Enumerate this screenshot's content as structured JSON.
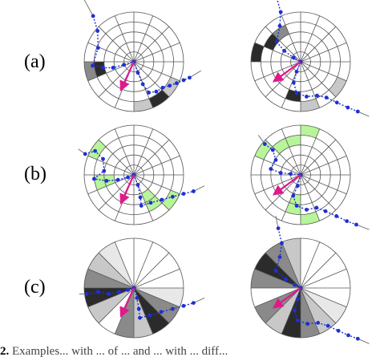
{
  "row_labels": [
    "(a)",
    "(b)",
    "(c)"
  ],
  "caption": {
    "lead": "2.",
    "text": "Examples... with ... of ... and ... with ... diff..."
  },
  "colors": {
    "grid": "#555555",
    "path": "#1f2fd6",
    "arrow": "#e0198c",
    "line": "#777777",
    "shade_dark": "#2b2b2b",
    "shade_mid": "#8a8a8a",
    "shade_light": "#c8c8c8",
    "shade_green": "#b8f59a"
  },
  "panels": [
    {
      "name": "a-left",
      "rings": 5,
      "sectors": 16,
      "cells": [
        {
          "sector": 8,
          "ring": 3,
          "shade": "dark"
        },
        {
          "sector": 8,
          "ring": 4,
          "shade": "mid"
        },
        {
          "sector": 12,
          "ring": 4,
          "shade": "light"
        },
        {
          "sector": 13,
          "ring": 4,
          "shade": "dark"
        },
        {
          "sector": 14,
          "ring": 4,
          "shade": "light"
        }
      ],
      "path": [
        [
          -0.82,
          0.92
        ],
        [
          -0.73,
          0.62
        ],
        [
          -0.72,
          0.28
        ],
        [
          -0.83,
          -0.08
        ],
        [
          -0.62,
          -0.12
        ],
        [
          -0.42,
          -0.12
        ],
        [
          -0.2,
          -0.06
        ],
        [
          0.0,
          0.0
        ],
        [
          0.08,
          -0.22
        ],
        [
          0.18,
          -0.45
        ],
        [
          0.3,
          -0.62
        ],
        [
          0.45,
          -0.6
        ],
        [
          0.58,
          -0.52
        ],
        [
          0.72,
          -0.48
        ],
        [
          0.86,
          -0.43
        ],
        [
          1.0,
          -0.37
        ],
        [
          1.12,
          -0.32
        ]
      ],
      "line": [
        [
          -0.82,
          0.92
        ],
        [
          -1.0,
          1.25
        ],
        [
          1.12,
          -0.32
        ],
        [
          1.35,
          -0.18
        ]
      ],
      "arrow": [
        0.0,
        0.0,
        -0.23,
        -0.5
      ]
    },
    {
      "name": "a-right",
      "rings": 5,
      "sectors": 16,
      "cells": [
        {
          "sector": 5,
          "ring": 3,
          "shade": "mid"
        },
        {
          "sector": 6,
          "ring": 3,
          "shade": "dark"
        },
        {
          "sector": 7,
          "ring": 4,
          "shade": "dark"
        },
        {
          "sector": 11,
          "ring": 3,
          "shade": "dark"
        },
        {
          "sector": 12,
          "ring": 4,
          "shade": "light"
        },
        {
          "sector": 14,
          "ring": 4,
          "shade": "light"
        }
      ],
      "path": [
        [
          -0.5,
          1.35
        ],
        [
          -0.4,
          1.0
        ],
        [
          -0.42,
          0.72
        ],
        [
          -0.48,
          0.4
        ],
        [
          -0.33,
          0.22
        ],
        [
          -0.14,
          0.08
        ],
        [
          0.0,
          0.0
        ],
        [
          -0.08,
          -0.2
        ],
        [
          -0.14,
          -0.42
        ],
        [
          -0.08,
          -0.63
        ],
        [
          0.12,
          -0.7
        ],
        [
          0.33,
          -0.68
        ],
        [
          0.52,
          -0.72
        ],
        [
          0.73,
          -0.82
        ],
        [
          0.95,
          -0.92
        ],
        [
          1.15,
          -1.0
        ]
      ],
      "line": [
        [
          -0.5,
          1.35
        ],
        [
          -0.55,
          1.6
        ],
        [
          1.15,
          -1.0
        ],
        [
          1.38,
          -1.1
        ]
      ],
      "arrow": [
        0.0,
        0.0,
        -0.48,
        -0.35
      ]
    },
    {
      "name": "b-left",
      "rings": 5,
      "sectors": 16,
      "cells": [
        {
          "sector": 6,
          "ring": 4,
          "shade": "green"
        },
        {
          "sector": 8,
          "ring": 2,
          "shade": "green"
        },
        {
          "sector": 8,
          "ring": 3,
          "shade": "green"
        },
        {
          "sector": 13,
          "ring": 2,
          "shade": "green"
        },
        {
          "sector": 13,
          "ring": 3,
          "shade": "green"
        },
        {
          "sector": 14,
          "ring": 4,
          "shade": "green"
        }
      ],
      "path": [
        [
          -0.98,
          0.42
        ],
        [
          -0.78,
          0.48
        ],
        [
          -0.62,
          0.32
        ],
        [
          -0.6,
          0.08
        ],
        [
          -0.8,
          -0.08
        ],
        [
          -0.55,
          -0.12
        ],
        [
          -0.32,
          -0.1
        ],
        [
          -0.12,
          -0.05
        ],
        [
          0.0,
          0.0
        ],
        [
          0.08,
          -0.2
        ],
        [
          0.13,
          -0.45
        ],
        [
          0.15,
          -0.62
        ],
        [
          0.34,
          -0.56
        ],
        [
          0.56,
          -0.5
        ],
        [
          0.78,
          -0.44
        ],
        [
          1.0,
          -0.38
        ],
        [
          1.2,
          -0.33
        ]
      ],
      "line": [
        [
          -0.98,
          0.42
        ],
        [
          -1.12,
          0.52
        ],
        [
          1.2,
          -0.33
        ],
        [
          1.42,
          -0.22
        ]
      ],
      "arrow": [
        0.0,
        0.0,
        -0.23,
        -0.5
      ]
    },
    {
      "name": "b-right",
      "rings": 5,
      "sectors": 16,
      "cells": [
        {
          "sector": 3,
          "ring": 4,
          "shade": "green"
        },
        {
          "sector": 4,
          "ring": 3,
          "shade": "green"
        },
        {
          "sector": 5,
          "ring": 3,
          "shade": "green"
        },
        {
          "sector": 6,
          "ring": 4,
          "shade": "green"
        },
        {
          "sector": 11,
          "ring": 2,
          "shade": "green"
        },
        {
          "sector": 11,
          "ring": 3,
          "shade": "green"
        },
        {
          "sector": 12,
          "ring": 4,
          "shade": "green"
        }
      ],
      "path": [
        [
          -0.72,
          0.62
        ],
        [
          -0.56,
          0.5
        ],
        [
          -0.5,
          0.3
        ],
        [
          -0.6,
          0.12
        ],
        [
          -0.4,
          0.04
        ],
        [
          -0.2,
          0.02
        ],
        [
          0.0,
          0.0
        ],
        [
          -0.06,
          -0.22
        ],
        [
          -0.15,
          -0.42
        ],
        [
          -0.08,
          -0.62
        ],
        [
          0.12,
          -0.7
        ],
        [
          0.32,
          -0.66
        ],
        [
          0.5,
          -0.73
        ],
        [
          0.72,
          -0.83
        ],
        [
          0.93,
          -0.93
        ],
        [
          1.12,
          -1.0
        ]
      ],
      "line": [
        [
          -0.72,
          0.62
        ],
        [
          -0.85,
          0.8
        ],
        [
          1.12,
          -1.0
        ],
        [
          1.38,
          -1.1
        ]
      ],
      "arrow": [
        0.0,
        0.0,
        -0.48,
        -0.35
      ]
    },
    {
      "name": "c-left",
      "rings": 1,
      "sectors": 16,
      "cells": [
        {
          "sector": 5,
          "ring": 0,
          "shade": "vlight"
        },
        {
          "sector": 6,
          "ring": 0,
          "shade": "light"
        },
        {
          "sector": 7,
          "ring": 0,
          "shade": "mid"
        },
        {
          "sector": 8,
          "ring": 0,
          "shade": "dark"
        },
        {
          "sector": 9,
          "ring": 0,
          "shade": "light"
        },
        {
          "sector": 10,
          "ring": 0,
          "shade": "white"
        },
        {
          "sector": 11,
          "ring": 0,
          "shade": "mid"
        },
        {
          "sector": 12,
          "ring": 0,
          "shade": "light"
        },
        {
          "sector": 13,
          "ring": 0,
          "shade": "dark"
        },
        {
          "sector": 14,
          "ring": 0,
          "shade": "mid"
        },
        {
          "sector": 15,
          "ring": 0,
          "shade": "vlight"
        }
      ],
      "path": [
        [
          -0.95,
          -0.12
        ],
        [
          -0.72,
          -0.08
        ],
        [
          -0.5,
          -0.12
        ],
        [
          -0.3,
          -0.08
        ],
        [
          -0.12,
          -0.04
        ],
        [
          0.0,
          0.0
        ],
        [
          0.06,
          -0.2
        ],
        [
          0.1,
          -0.42
        ],
        [
          0.12,
          -0.6
        ],
        [
          0.32,
          -0.55
        ],
        [
          0.55,
          -0.48
        ],
        [
          0.78,
          -0.42
        ],
        [
          1.0,
          -0.36
        ],
        [
          1.2,
          -0.3
        ]
      ],
      "line": [
        [
          -0.95,
          -0.12
        ],
        [
          -1.1,
          -0.12
        ],
        [
          1.2,
          -0.3
        ],
        [
          1.42,
          -0.2
        ]
      ],
      "arrow": [
        0.0,
        0.0,
        -0.23,
        -0.5
      ]
    },
    {
      "name": "c-right",
      "rings": 1,
      "sectors": 16,
      "cells": [
        {
          "sector": 4,
          "ring": 0,
          "shade": "light"
        },
        {
          "sector": 5,
          "ring": 0,
          "shade": "mid"
        },
        {
          "sector": 6,
          "ring": 0,
          "shade": "dark"
        },
        {
          "sector": 7,
          "ring": 0,
          "shade": "mid"
        },
        {
          "sector": 8,
          "ring": 0,
          "shade": "white"
        },
        {
          "sector": 9,
          "ring": 0,
          "shade": "mid"
        },
        {
          "sector": 10,
          "ring": 0,
          "shade": "light"
        },
        {
          "sector": 11,
          "ring": 0,
          "shade": "dark"
        },
        {
          "sector": 12,
          "ring": 0,
          "shade": "mid"
        },
        {
          "sector": 13,
          "ring": 0,
          "shade": "light"
        },
        {
          "sector": 14,
          "ring": 0,
          "shade": "vlight"
        }
      ],
      "path": [
        [
          -0.45,
          1.2
        ],
        [
          -0.38,
          0.9
        ],
        [
          -0.42,
          0.62
        ],
        [
          -0.5,
          0.35
        ],
        [
          -0.3,
          0.18
        ],
        [
          -0.12,
          0.06
        ],
        [
          0.0,
          0.0
        ],
        [
          -0.06,
          -0.22
        ],
        [
          -0.12,
          -0.45
        ],
        [
          -0.06,
          -0.65
        ],
        [
          0.14,
          -0.72
        ],
        [
          0.35,
          -0.7
        ],
        [
          0.55,
          -0.76
        ],
        [
          0.76,
          -0.86
        ],
        [
          0.96,
          -0.95
        ],
        [
          1.15,
          -1.02
        ]
      ],
      "line": [
        [
          -0.45,
          1.2
        ],
        [
          -0.5,
          1.45
        ],
        [
          1.15,
          -1.02
        ],
        [
          1.38,
          -1.12
        ]
      ],
      "arrow": [
        0.0,
        0.0,
        -0.48,
        -0.35
      ]
    }
  ]
}
